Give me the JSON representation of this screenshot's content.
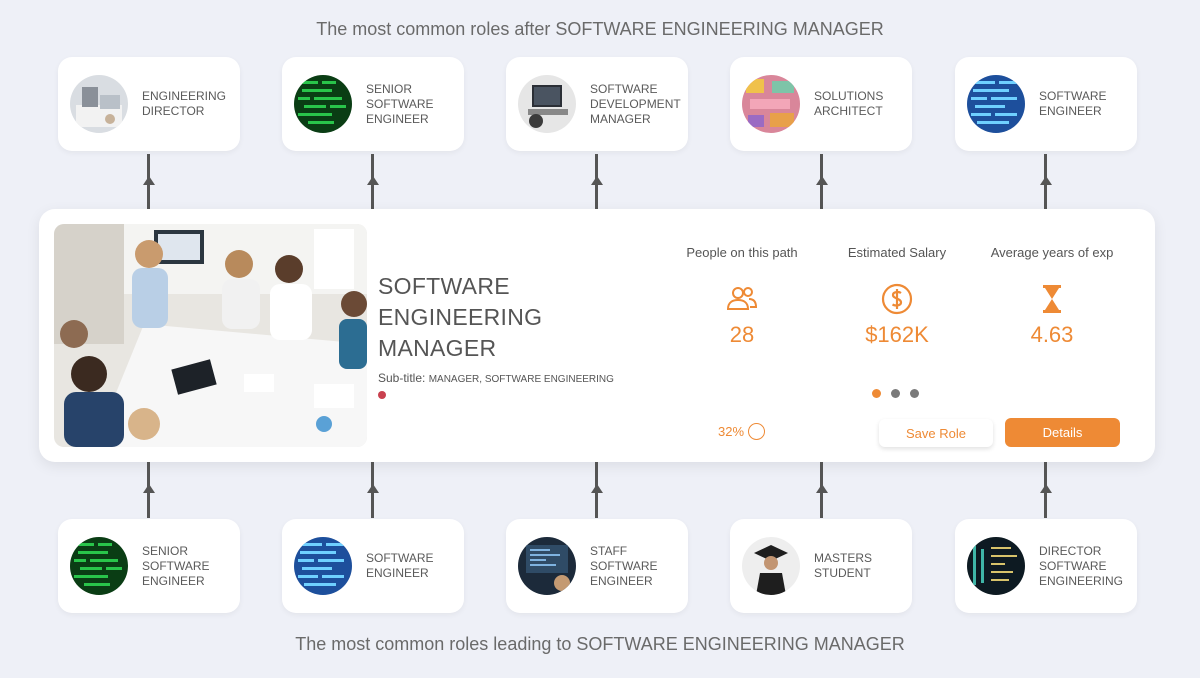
{
  "headings": {
    "after": "The most common roles after SOFTWARE ENGINEERING MANAGER",
    "before": "The most common roles leading to SOFTWARE ENGINEERING MANAGER"
  },
  "next_roles": [
    {
      "label": "ENGINEERING DIRECTOR",
      "icon": "office-desk-photo"
    },
    {
      "label": "SENIOR SOFTWARE ENGINEER",
      "icon": "green-code-photo"
    },
    {
      "label": "SOFTWARE DEVELOPMENT MANAGER",
      "icon": "laptop-typing-photo"
    },
    {
      "label": "SOLUTIONS ARCHITECT",
      "icon": "colorful-blueprint-photo"
    },
    {
      "label": "SOFTWARE ENGINEER",
      "icon": "blue-code-photo"
    }
  ],
  "previous_roles": [
    {
      "label": "SENIOR SOFTWARE ENGINEER",
      "icon": "green-code-photo"
    },
    {
      "label": "SOFTWARE ENGINEER",
      "icon": "blue-code-photo"
    },
    {
      "label": "STAFF SOFTWARE ENGINEER",
      "icon": "monitor-code-photo"
    },
    {
      "label": "MASTERS STUDENT",
      "icon": "graduate-photo"
    },
    {
      "label": "DIRECTOR SOFTWARE ENGINEERING",
      "icon": "dark-code-photo"
    }
  ],
  "current_role": {
    "title": "SOFTWARE ENGINEERING MANAGER",
    "subtitle_label": "Sub-title:",
    "subtitle_value": "MANAGER, SOFTWARE ENGINEERING",
    "hero_image": "team-meeting-photo"
  },
  "stats": [
    {
      "label": "People on this path",
      "value": "28",
      "icon": "people-icon"
    },
    {
      "label": "Estimated Salary",
      "value": "$162K",
      "icon": "dollar-icon"
    },
    {
      "label": "Average years of exp",
      "value": "4.63",
      "icon": "hourglass-icon"
    }
  ],
  "progress": "32%",
  "buttons": {
    "save": "Save Role",
    "details": "Details"
  },
  "colors": {
    "accent": "#ee8a35",
    "background": "#eef0f7",
    "red_dot": "#c9414f"
  }
}
